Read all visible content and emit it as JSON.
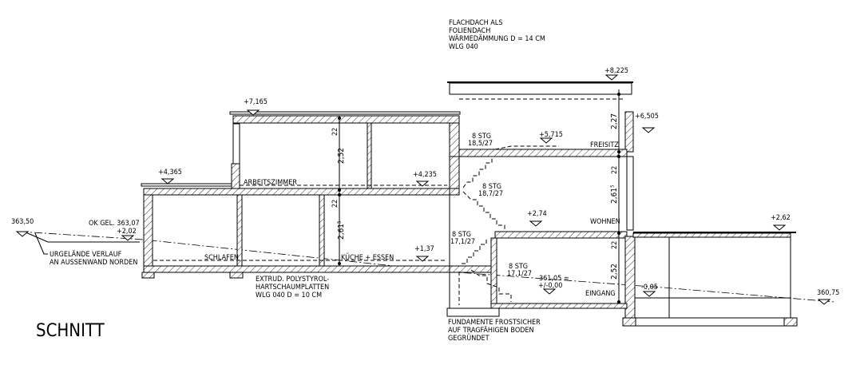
{
  "title": "SCHNITT",
  "notes": {
    "roof": [
      "FLACHDACH ALS",
      "FOLIENDACH",
      "WÄRMEDÄMMUNG D = 14 CM",
      "WLG 040"
    ],
    "insulation": [
      "EXTRUD. POLYSTYROL-",
      "HARTSCHAUMPLATTEN",
      "WLG 040  D = 10 CM"
    ],
    "foundation": [
      "FUNDAMENTE FROSTSICHER",
      "AUF TRAGFÄHIGEN BODEN",
      "GEGRÜNDET"
    ],
    "terrain": [
      "URGELÄNDE VERLAUF",
      "AN AUSSENWAND NORDEN"
    ]
  },
  "levels": {
    "roof_right": "+8,225",
    "roof_mid": "+7,165",
    "parapet_right": "+6,505",
    "freisitz": "+5,715",
    "roof_left": "+4,365",
    "upper_mid": "+4,235",
    "wohnen": "+2,74",
    "garage": "+2,62",
    "kueche": "+1,37",
    "ok_gel_a": "OK GEL. 363,07",
    "ok_gel_b": "+2,02",
    "terrain_left": "363,50",
    "zero_a": "361,05 =",
    "zero_b": "+/-0,00",
    "eingang": "-0,05",
    "terrain_right": "360,75"
  },
  "rooms": {
    "arbeitszimmer": "ARBEITSZIMMER",
    "schlafen": "SCHLAFEN",
    "kueche": "KÜCHE + ESSEN",
    "wohnen": "WOHNEN",
    "eingang": "EINGANG",
    "freisitz": "FREISITZ"
  },
  "stairs": {
    "s1a": "8 STG",
    "s1b": "18,5/27",
    "s2a": "8 STG",
    "s2b": "18,7/27",
    "s3a": "8 STG",
    "s3b": "17,1/27",
    "s4a": "8 STG",
    "s4b": "17,1/27"
  },
  "dims": {
    "d1": "22",
    "d2": "2,52",
    "d3": "22",
    "d4": "2,61⁵",
    "d5": "2,27",
    "d6": "22",
    "d7": "2,61⁵",
    "d8": "22",
    "d9": "2,52"
  }
}
